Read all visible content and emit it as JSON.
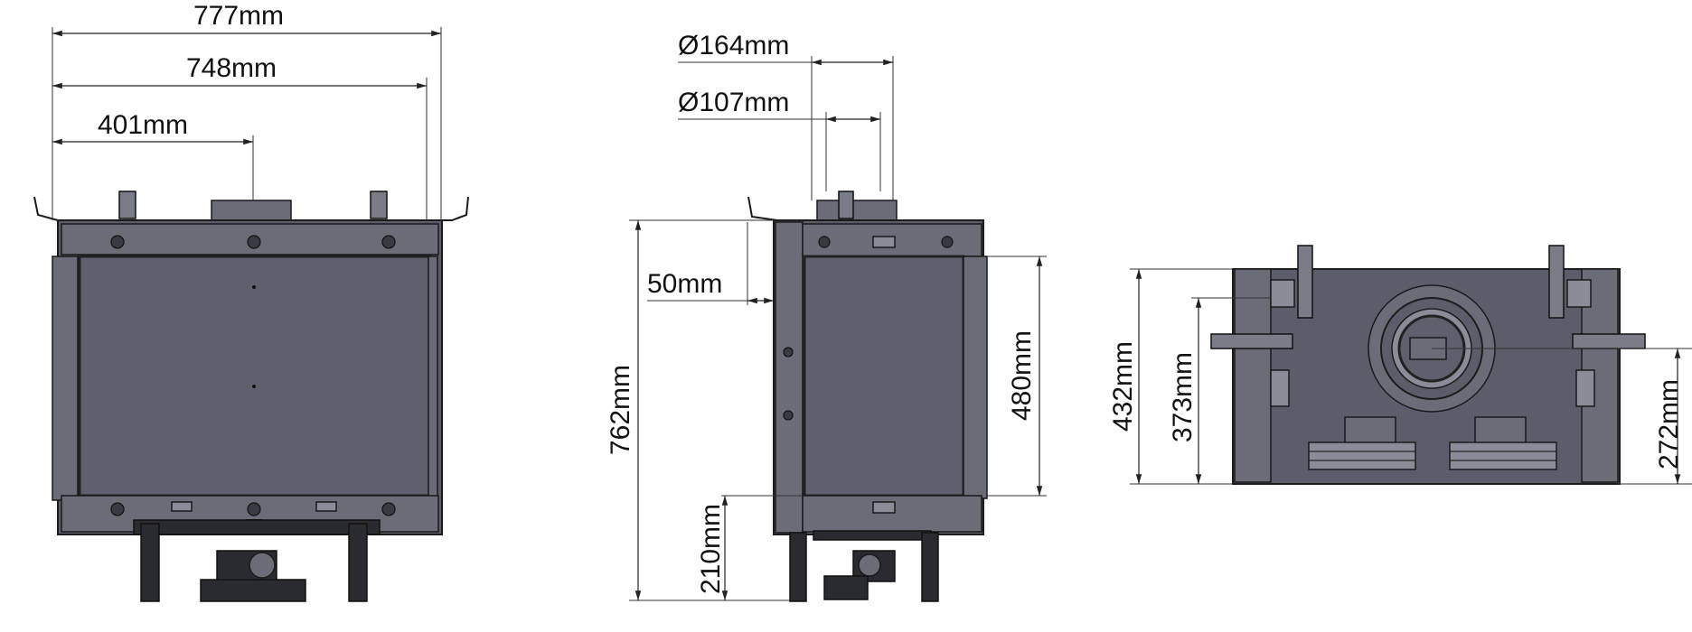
{
  "views": {
    "front": {
      "dim_overall_width": "777mm",
      "dim_body_width": "748mm",
      "dim_flue_center": "401mm"
    },
    "side": {
      "dim_flue_outer": "Ø164mm",
      "dim_flue_inner": "Ø107mm",
      "dim_offset": "50mm",
      "dim_total_height": "762mm",
      "dim_glass_height": "480mm",
      "dim_base_height": "210mm"
    },
    "top": {
      "dim_depth": "432mm",
      "dim_inner_depth": "373mm",
      "dim_flue_offset": "272mm"
    }
  },
  "colors": {
    "body": "#5b5e6a",
    "glass": "#5e606d",
    "line": "#222222"
  }
}
